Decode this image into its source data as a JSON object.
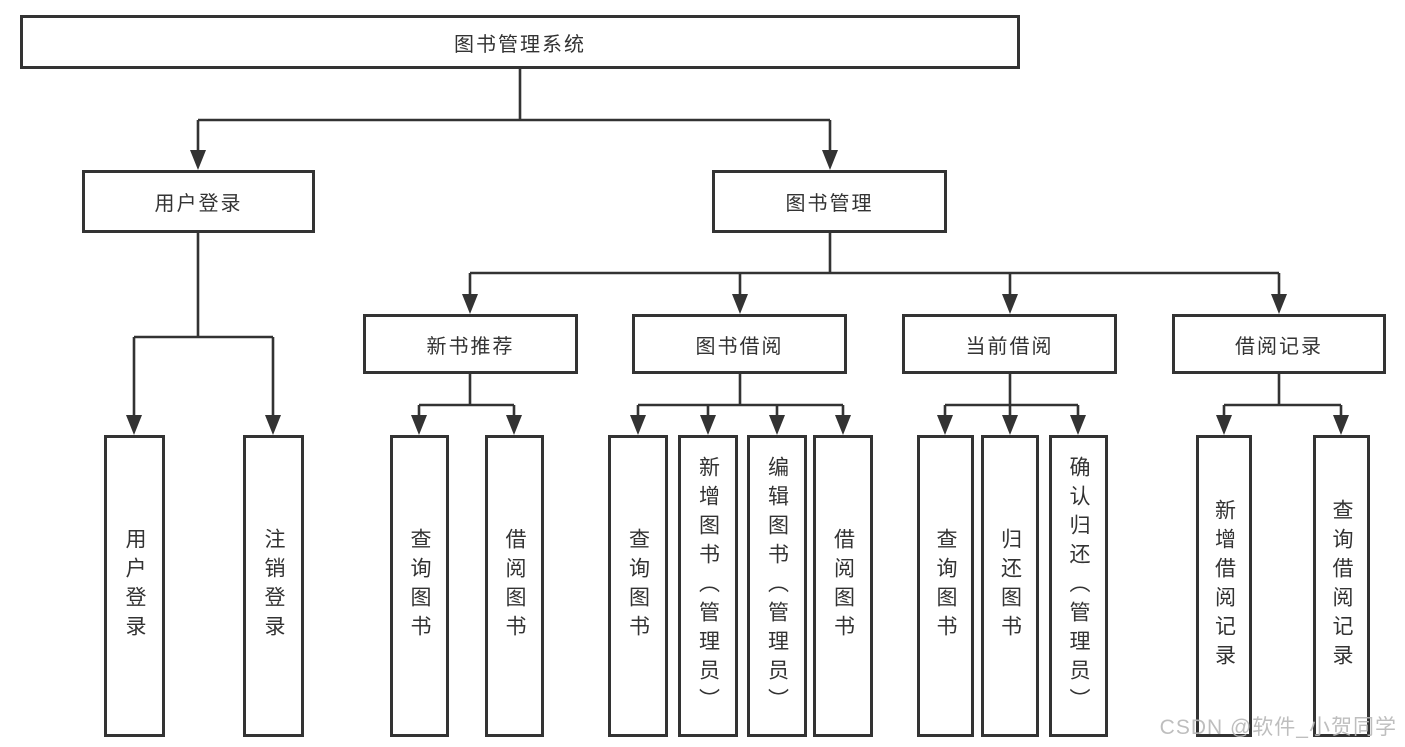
{
  "tree": {
    "root": "图书管理系统",
    "level2": [
      {
        "label": "用户登录",
        "leaves": [
          "用户登录",
          "注销登录"
        ]
      },
      {
        "label": "图书管理",
        "children": [
          {
            "label": "新书推荐",
            "leaves": [
              "查询图书",
              "借阅图书"
            ]
          },
          {
            "label": "图书借阅",
            "leaves": [
              "查询图书",
              "新增图书（管理员）",
              "编辑图书（管理员）",
              "借阅图书"
            ]
          },
          {
            "label": "当前借阅",
            "leaves": [
              "查询图书",
              "归还图书",
              "确认归还（管理员）"
            ]
          },
          {
            "label": "借阅记录",
            "leaves": [
              "新增借阅记录",
              "查询借阅记录"
            ]
          }
        ]
      }
    ]
  },
  "watermark": "CSDN @软件_小贺同学",
  "colors": {
    "line": "#333333",
    "text": "#333333",
    "box_background": "#ffffff",
    "watermark": "#b9b9b9",
    "page_background": "#ffffff"
  }
}
